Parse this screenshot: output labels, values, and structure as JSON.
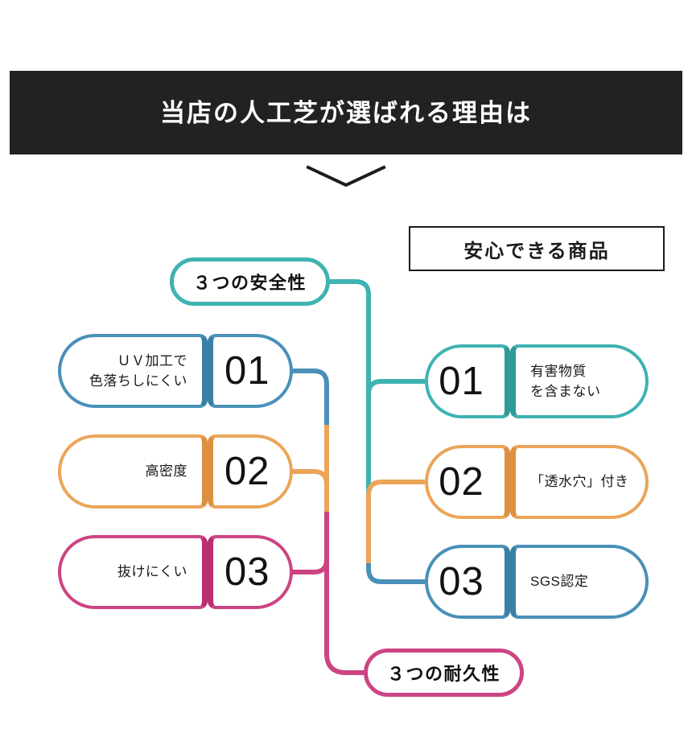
{
  "header": {
    "title": "当店の人工芝が選ばれる理由は",
    "background": "#222222",
    "text_color": "#ffffff"
  },
  "chevron": {
    "icon": "chevron-down-icon",
    "color": "#1c1c1c"
  },
  "framed_box": {
    "label": "安心できる商品",
    "border_color": "#1c1c1c"
  },
  "bubbles": {
    "safety": {
      "label": "３つの安全性",
      "color": "#3fb3b2"
    },
    "durability": {
      "label": "３つの耐久性",
      "color": "#cc4483"
    }
  },
  "colors": {
    "teal": "#3fb3b2",
    "orange": "#eba559",
    "blue": "#4a90b8",
    "pink": "#cc4483",
    "dark": "#222222"
  },
  "left_column": {
    "group_label": "３つの耐久性",
    "items": [
      {
        "number": "01",
        "text": "ＵＶ加工で\n色落ちしにくい",
        "color": "#4a90b8",
        "divider_color": "#3a7fa6"
      },
      {
        "number": "02",
        "text": "高密度",
        "color": "#eba559",
        "divider_color": "#dd9140"
      },
      {
        "number": "03",
        "text": "抜けにくい",
        "color": "#cc4483",
        "divider_color": "#bb2f70"
      }
    ]
  },
  "right_column": {
    "group_label": "３つの安全性",
    "items": [
      {
        "number": "01",
        "text": "有害物質\nを含まない",
        "color": "#3fb3b2",
        "divider_color": "#2e9b9a"
      },
      {
        "number": "02",
        "text": "「透水穴」付き",
        "color": "#eba559",
        "divider_color": "#dd9140"
      },
      {
        "number": "03",
        "text": "SGS認定",
        "color": "#4a90b8",
        "divider_color": "#3a7fa6"
      }
    ]
  }
}
